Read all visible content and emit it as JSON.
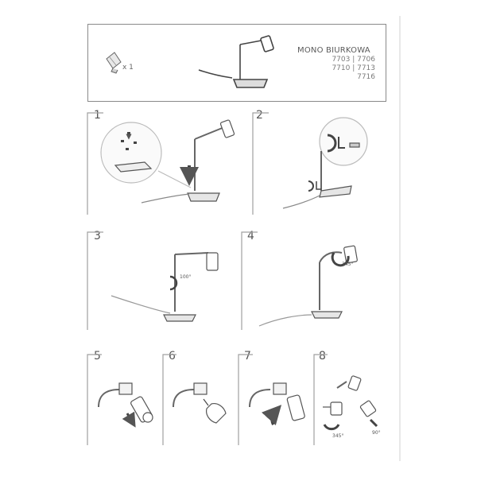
{
  "header": {
    "title": "MONO BIURKOWA",
    "codes": [
      "7703 | 7706",
      "7710 | 7713",
      "7716"
    ],
    "bulb_quantity": "x 1"
  },
  "steps": [
    {
      "number": "1"
    },
    {
      "number": "2"
    },
    {
      "number": "3",
      "angle": "100°"
    },
    {
      "number": "4",
      "angle": "345°"
    },
    {
      "number": "5"
    },
    {
      "number": "6"
    },
    {
      "number": "7"
    },
    {
      "number": "8",
      "angle_a": "345°",
      "angle_b": "90°"
    }
  ],
  "icons": [
    "bulb-icon",
    "desk-lamp-icon",
    "screw-icon",
    "arrow-down-icon",
    "rotate-arrow-icon",
    "hex-key-icon"
  ]
}
